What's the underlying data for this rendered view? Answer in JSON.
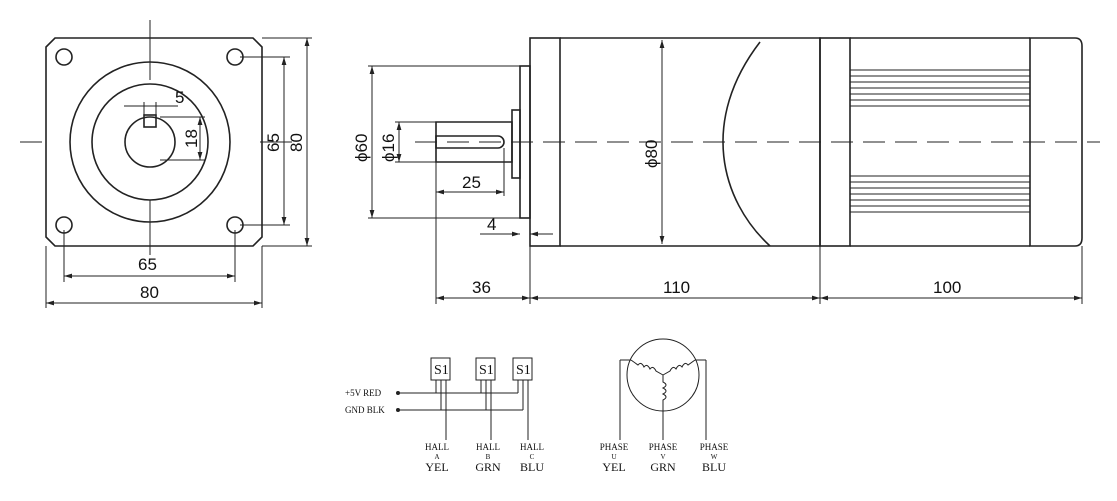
{
  "front_view": {
    "key_width": "5",
    "shaft_flat": "18",
    "bolt_spacing_v": "65",
    "flange_height": "80",
    "bolt_spacing_h": "65",
    "flange_width": "80"
  },
  "side_view": {
    "pilot_dia": "ϕ60",
    "shaft_dia": "ϕ16",
    "key_length": "25",
    "pilot_depth": "4",
    "body_dia": "ϕ80",
    "shaft_length": "36",
    "gear_length": "110",
    "motor_length": "100"
  },
  "wiring": {
    "sensor_label": "S1",
    "power_pos": "+5V  RED",
    "power_gnd": "GND  BLK",
    "hall_word": "HALL",
    "hall": [
      {
        "letter": "A",
        "color": "YEL"
      },
      {
        "letter": "B",
        "color": "GRN"
      },
      {
        "letter": "C",
        "color": "BLU"
      }
    ],
    "phase_word": "PHASE",
    "phases": [
      {
        "letter": "U",
        "color": "YEL"
      },
      {
        "letter": "V",
        "color": "GRN"
      },
      {
        "letter": "W",
        "color": "BLU"
      }
    ]
  }
}
